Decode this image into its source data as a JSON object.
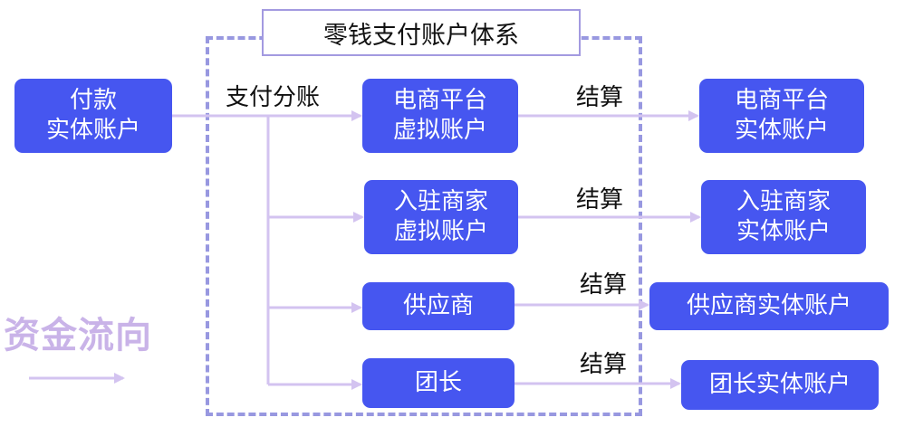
{
  "system_title": "零钱支付账户体系",
  "source": {
    "line1": "付款",
    "line2": "实体账户"
  },
  "split_label": "支付分账",
  "virtual_accounts": [
    {
      "line1": "电商平台",
      "line2": "虚拟账户"
    },
    {
      "line1": "入驻商家",
      "line2": "虚拟账户"
    },
    {
      "line1": "供应商",
      "line2": ""
    },
    {
      "line1": "团长",
      "line2": ""
    }
  ],
  "settle_label": "结算",
  "entity_accounts": [
    {
      "line1": "电商平台",
      "line2": "实体账户"
    },
    {
      "line1": "入驻商家",
      "line2": "实体账户"
    },
    {
      "line1": "供应商实体账户",
      "line2": ""
    },
    {
      "line1": "团长实体账户",
      "line2": ""
    }
  ],
  "legend": {
    "text": "资金流向"
  },
  "colors": {
    "box_fill": "#4656f0",
    "arrow": "#d3c3f0",
    "dashed_border": "#9898e0",
    "legend_text": "#c9b3e8"
  }
}
